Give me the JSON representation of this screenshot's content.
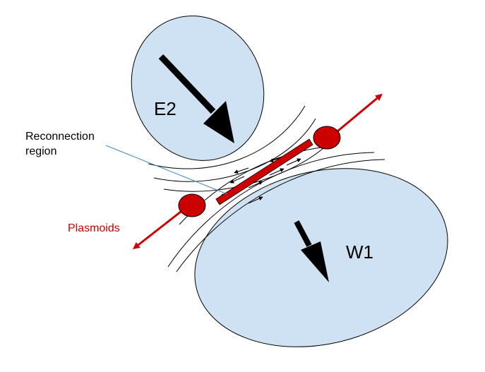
{
  "labels": {
    "upper_blob": "E2",
    "lower_blob": "W1",
    "reconnection": [
      "Reconnection",
      "region"
    ],
    "plasmoids": "Plasmoids"
  },
  "colors": {
    "blob_fill": "#cfe2f3",
    "red": "#cc0000",
    "stroke": "#000000",
    "pointer_line": "#3d85c6"
  }
}
